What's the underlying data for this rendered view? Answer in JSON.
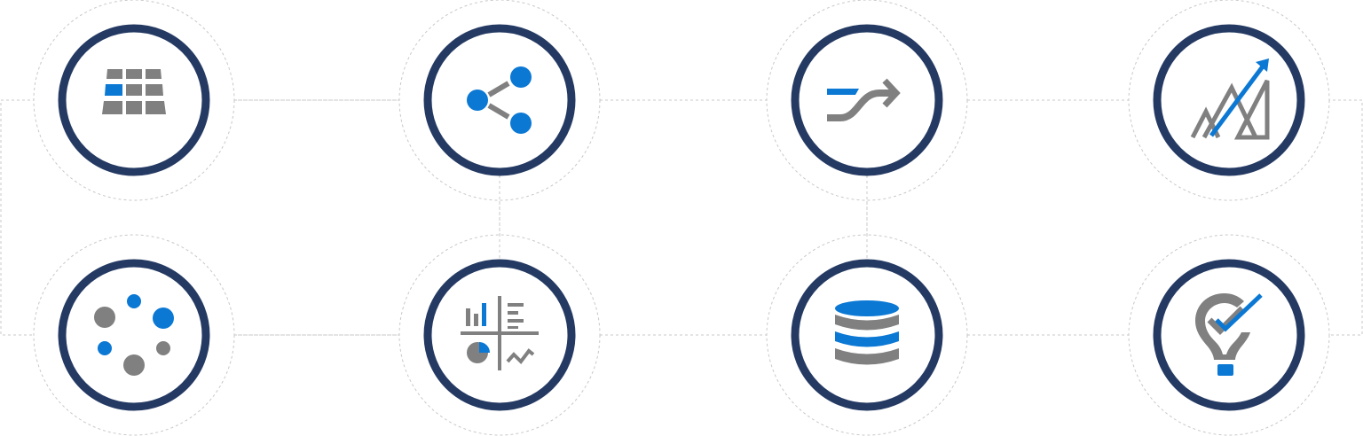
{
  "colors": {
    "ring": "#253a63",
    "icon_primary": "#808080",
    "icon_accent": "#0b78d4",
    "connector": "#c8c8c8",
    "background": "#ffffff"
  },
  "nodes": [
    {
      "row": 1,
      "col": 1,
      "icon": "grid-table-icon"
    },
    {
      "row": 1,
      "col": 2,
      "icon": "share-nodes-icon"
    },
    {
      "row": 1,
      "col": 3,
      "icon": "merge-flow-arrow-icon"
    },
    {
      "row": 1,
      "col": 4,
      "icon": "growth-trend-chart-icon"
    },
    {
      "row": 2,
      "col": 1,
      "icon": "scattered-dots-icon"
    },
    {
      "row": 2,
      "col": 2,
      "icon": "dashboard-quadrants-icon"
    },
    {
      "row": 2,
      "col": 3,
      "icon": "database-icon"
    },
    {
      "row": 2,
      "col": 4,
      "icon": "lightbulb-check-icon"
    }
  ]
}
